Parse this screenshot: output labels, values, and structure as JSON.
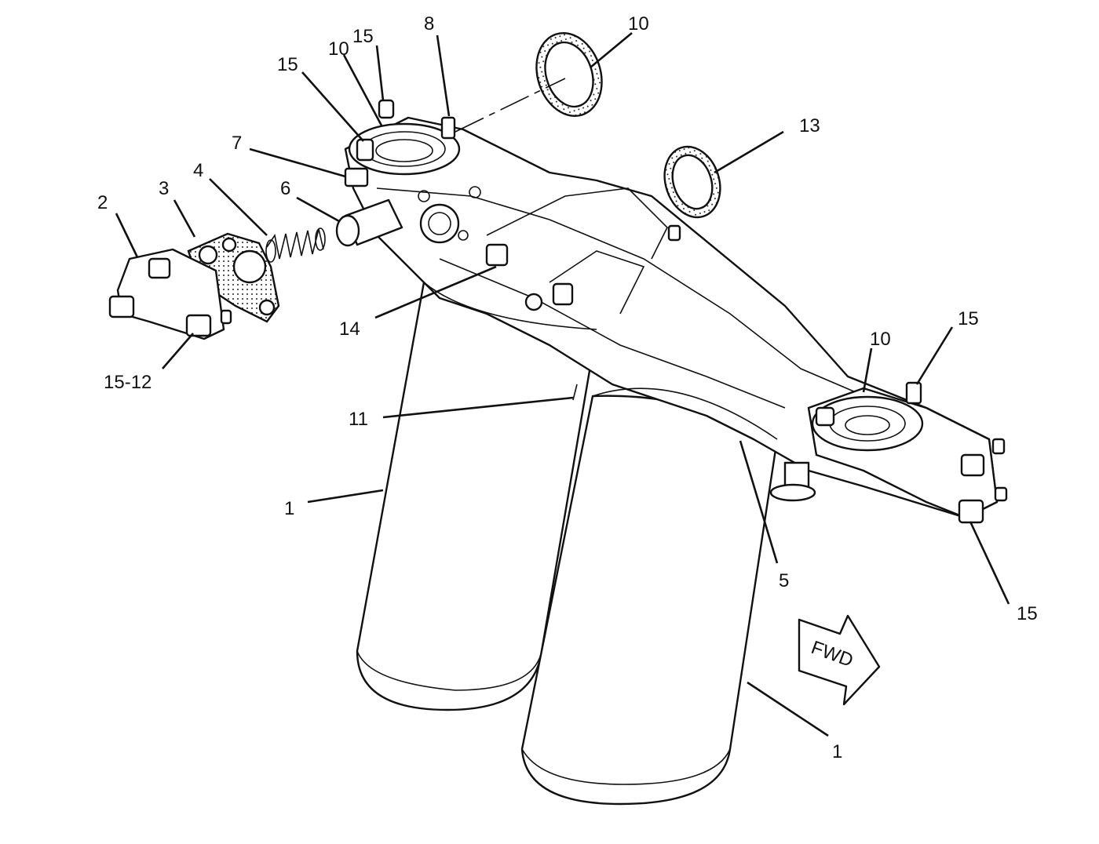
{
  "callouts": [
    {
      "id": "c1a",
      "text": "1"
    },
    {
      "id": "c1b",
      "text": "1"
    },
    {
      "id": "c2",
      "text": "2"
    },
    {
      "id": "c3",
      "text": "3"
    },
    {
      "id": "c4",
      "text": "4"
    },
    {
      "id": "c5",
      "text": "5"
    },
    {
      "id": "c6",
      "text": "6"
    },
    {
      "id": "c7",
      "text": "7"
    },
    {
      "id": "c8",
      "text": "8"
    },
    {
      "id": "c10a",
      "text": "10"
    },
    {
      "id": "c10b",
      "text": "10"
    },
    {
      "id": "c10c",
      "text": "10"
    },
    {
      "id": "c11",
      "text": "11"
    },
    {
      "id": "c13",
      "text": "13"
    },
    {
      "id": "c14",
      "text": "14"
    },
    {
      "id": "c15a",
      "text": "15"
    },
    {
      "id": "c15b",
      "text": "15"
    },
    {
      "id": "c15c",
      "text": "15"
    },
    {
      "id": "c15d",
      "text": "15"
    },
    {
      "id": "c1512",
      "text": "15-12"
    }
  ],
  "direction_arrow": {
    "text": "FWD"
  }
}
